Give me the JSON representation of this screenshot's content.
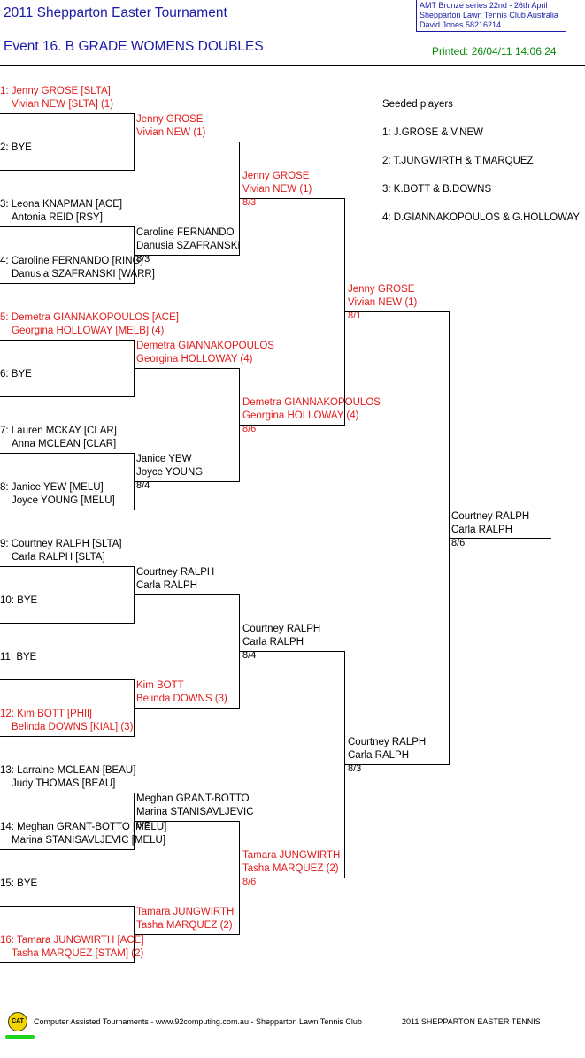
{
  "header": {
    "tournament_title": "2011 Shepparton Easter Tournament",
    "event_title": "Event 16. B GRADE WOMENS DOUBLES",
    "printed": "Printed: 26/04/11 14:06:24",
    "info": [
      "AMT Bronze series   22nd - 26th April",
      "Shepparton Lawn Tennis Club   Australia",
      "David Jones   58216214"
    ]
  },
  "seeded": {
    "title": "Seeded players",
    "list": [
      "1: J.GROSE & V.NEW",
      "2: T.JUNGWIRTH & T.MARQUEZ",
      "3: K.BOTT & B.DOWNS",
      "4: D.GIANNAKOPOULOS & G.HOLLOWAY"
    ]
  },
  "round1": [
    {
      "l1": "1: Jenny GROSE [SLTA]",
      "l2": "Vivian NEW [SLTA] (1)",
      "seeded": true
    },
    {
      "l1": "2: BYE",
      "l2": "",
      "seeded": false
    },
    {
      "l1": "3: Leona KNAPMAN [ACE]",
      "l2": "Antonia REID [RSY]",
      "seeded": false
    },
    {
      "l1": "4: Caroline FERNANDO [RING]",
      "l2": "Danusia SZAFRANSKI [WARR]",
      "seeded": false
    },
    {
      "l1": "5: Demetra GIANNAKOPOULOS [ACE]",
      "l2": "Georgina HOLLOWAY [MELB] (4)",
      "seeded": true
    },
    {
      "l1": "6: BYE",
      "l2": "",
      "seeded": false
    },
    {
      "l1": "7: Lauren MCKAY [CLAR]",
      "l2": "Anna MCLEAN [CLAR]",
      "seeded": false
    },
    {
      "l1": "8: Janice YEW [MELU]",
      "l2": "Joyce YOUNG [MELU]",
      "seeded": false
    },
    {
      "l1": "9: Courtney RALPH [SLTA]",
      "l2": "Carla RALPH [SLTA]",
      "seeded": false
    },
    {
      "l1": "10: BYE",
      "l2": "",
      "seeded": false
    },
    {
      "l1": "11: BYE",
      "l2": "",
      "seeded": false
    },
    {
      "l1": "12: Kim BOTT [PHIl]",
      "l2": "Belinda DOWNS [KIAL] (3)",
      "seeded": true
    },
    {
      "l1": "13: Larraine MCLEAN [BEAU]",
      "l2": "Judy THOMAS [BEAU]",
      "seeded": false
    },
    {
      "l1": "14: Meghan GRANT-BOTTO [MELU]",
      "l2": "Marina STANISAVLJEVIC [MELU]",
      "seeded": false
    },
    {
      "l1": "15: BYE",
      "l2": "",
      "seeded": false
    },
    {
      "l1": "16: Tamara JUNGWIRTH [ACE]",
      "l2": "Tasha MARQUEZ [STAM] (2)",
      "seeded": true
    }
  ],
  "round2": [
    {
      "l1": "Jenny GROSE",
      "l2": "Vivian NEW (1)",
      "score": "",
      "seeded": true
    },
    {
      "l1": "Caroline FERNANDO",
      "l2": "Danusia SZAFRANSKI",
      "score": "8/3",
      "seeded": false
    },
    {
      "l1": "Demetra GIANNAKOPOULOS",
      "l2": "Georgina HOLLOWAY (4)",
      "score": "",
      "seeded": true
    },
    {
      "l1": "Janice YEW",
      "l2": "Joyce YOUNG",
      "score": "8/4",
      "seeded": false
    },
    {
      "l1": "Courtney RALPH",
      "l2": "Carla RALPH",
      "score": "",
      "seeded": false
    },
    {
      "l1": "Kim BOTT",
      "l2": "Belinda DOWNS (3)",
      "score": "",
      "seeded": true
    },
    {
      "l1": "Meghan GRANT-BOTTO",
      "l2": "Marina STANISAVLJEVIC",
      "score": "8/2",
      "seeded": false
    },
    {
      "l1": "Tamara JUNGWIRTH",
      "l2": "Tasha MARQUEZ (2)",
      "score": "",
      "seeded": true
    }
  ],
  "round3": [
    {
      "l1": "Jenny GROSE",
      "l2": "Vivian NEW (1)",
      "score": "8/3",
      "seeded": true
    },
    {
      "l1": "Demetra GIANNAKOPOULOS",
      "l2": "Georgina HOLLOWAY (4)",
      "score": "8/6",
      "seeded": true
    },
    {
      "l1": "Courtney RALPH",
      "l2": "Carla RALPH",
      "score": "8/4",
      "seeded": false
    },
    {
      "l1": "Tamara JUNGWIRTH",
      "l2": "Tasha MARQUEZ (2)",
      "score": "8/6",
      "seeded": true
    }
  ],
  "round4": [
    {
      "l1": "Jenny GROSE",
      "l2": "Vivian NEW (1)",
      "score": "8/1",
      "seeded": true
    },
    {
      "l1": "Courtney RALPH",
      "l2": "Carla RALPH",
      "score": "8/3",
      "seeded": false
    }
  ],
  "final": {
    "l1": "Courtney RALPH",
    "l2": "Carla RALPH",
    "score": "8/6",
    "seeded": false
  },
  "footer": {
    "logo_text": "CAT",
    "left": "Computer Assisted Tournaments - www.92computing.com.au  -  Shepparton Lawn Tennis Club",
    "right": "2011 SHEPPARTON EASTER TENNIS"
  },
  "colors": {
    "seed": "#e21b1b",
    "title": "#1a1aa6",
    "printed": "#0a8a0a"
  }
}
